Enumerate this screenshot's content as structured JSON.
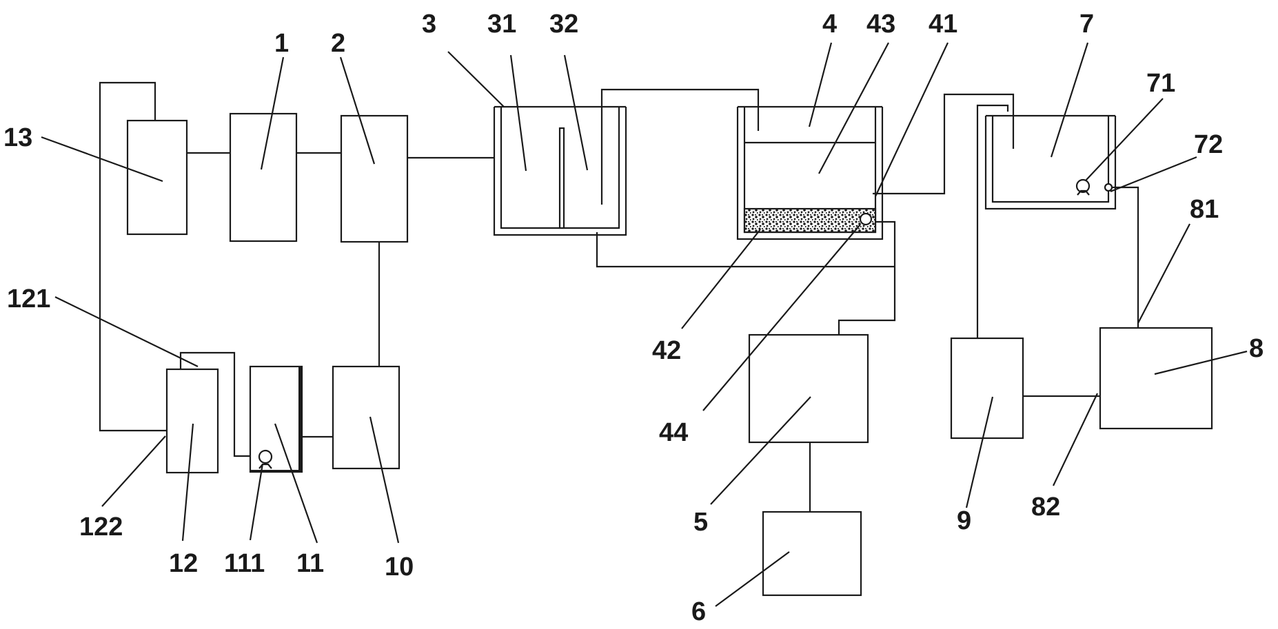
{
  "labels": {
    "l1": "1",
    "l2": "2",
    "l3": "3",
    "l31": "31",
    "l32": "32",
    "l4": "4",
    "l43": "43",
    "l41": "41",
    "l7": "7",
    "l71": "71",
    "l72": "72",
    "l13": "13",
    "l81": "81",
    "l8": "8",
    "l121": "121",
    "l42": "42",
    "l44": "44",
    "l5": "5",
    "l6": "6",
    "l9": "9",
    "l82": "82",
    "l122": "122",
    "l12": "12",
    "l111": "111",
    "l11": "11",
    "l10": "10"
  },
  "colors": {
    "stroke": "#1a1a1a",
    "background": "#ffffff"
  }
}
